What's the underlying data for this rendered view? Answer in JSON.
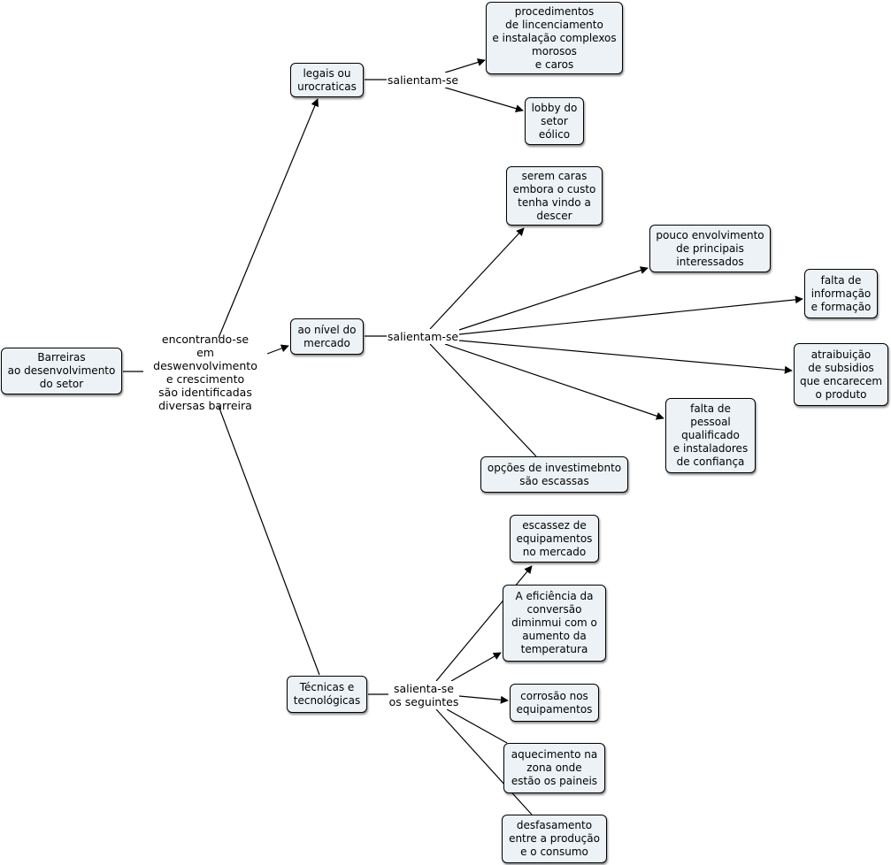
{
  "concepts": {
    "barreiras": "Barreiras\nao desenvolvimento\ndo setor",
    "legais": "legais ou\nurocraticas",
    "nivel_mercado": "ao nível do\nmercado",
    "tecnicas": "Técnicas e\ntecnológicas",
    "procedimentos": "procedimentos\nde lincenciamento\ne instalação complexos\nmorosos\ne caros",
    "lobby": "lobby do\nsetor\neólico",
    "caras": "serem caras\nembora o custo\ntenha vindo a\ndescer",
    "envolvimento": "pouco envolvimento\nde principais\ninteressados",
    "falta_info": "falta de\ninformação\ne formação",
    "subsidios": "atraibuição\nde subsidios\nque encarecem\no produto",
    "falta_pessoal": "falta de\npessoal\nqualificado\ne instaladores\nde confiança",
    "opcoes": "opções de investimebnto\nsão escassas",
    "escassez": "escassez de\nequipamentos\nno mercado",
    "eficiencia": "A eficiência da\nconversão\ndiminmui com o\naumento da\ntemperatura",
    "corrosao": "corrosão nos\nequipamentos",
    "aquecimento": "aquecimento na\nzona onde\nestão os paineis",
    "desfasamento": "desfasamento\nentre a produção\ne o consumo"
  },
  "phrases": {
    "encontrando": "encontrando-se\nem deswenvolvimento\ne crescimento\nsão identificadas\ndiversas barreira",
    "salientam_1": "salientam-se",
    "salientam_2": "salientam-se",
    "salienta_3": "salienta-se\nos seguintes"
  },
  "colors": {
    "node_fill": "#ecf2f5",
    "border": "#000000",
    "link": "#000000"
  }
}
